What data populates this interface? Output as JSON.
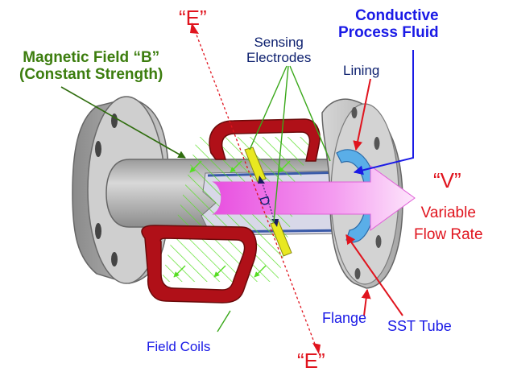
{
  "labels": {
    "e_top": "“E”",
    "e_bottom": "“E”",
    "conductive_line1": "Conductive",
    "conductive_line2": "Process Fluid",
    "sensing_line1": "Sensing",
    "sensing_line2": "Electrodes",
    "magnetic_line1": "Magnetic Field “B”",
    "magnetic_line2": "(Constant Strength)",
    "lining": "Lining",
    "v": "“V”",
    "variable_line1": "Variable",
    "variable_line2": "Flow Rate",
    "d": "D",
    "flange": "Flange",
    "sst_tube": "SST Tube",
    "field_coils": "Field Coils"
  },
  "colors": {
    "label_red": "#e0141e",
    "label_blue": "#1a1ae6",
    "label_green": "#3c7d0e",
    "coil": "#b01018",
    "field_lines": "#55dd22",
    "electrode": "#e8e820",
    "flow_arrow": "#f070e8",
    "lining": "#5aaee8",
    "metal": "#b9b9b9"
  }
}
